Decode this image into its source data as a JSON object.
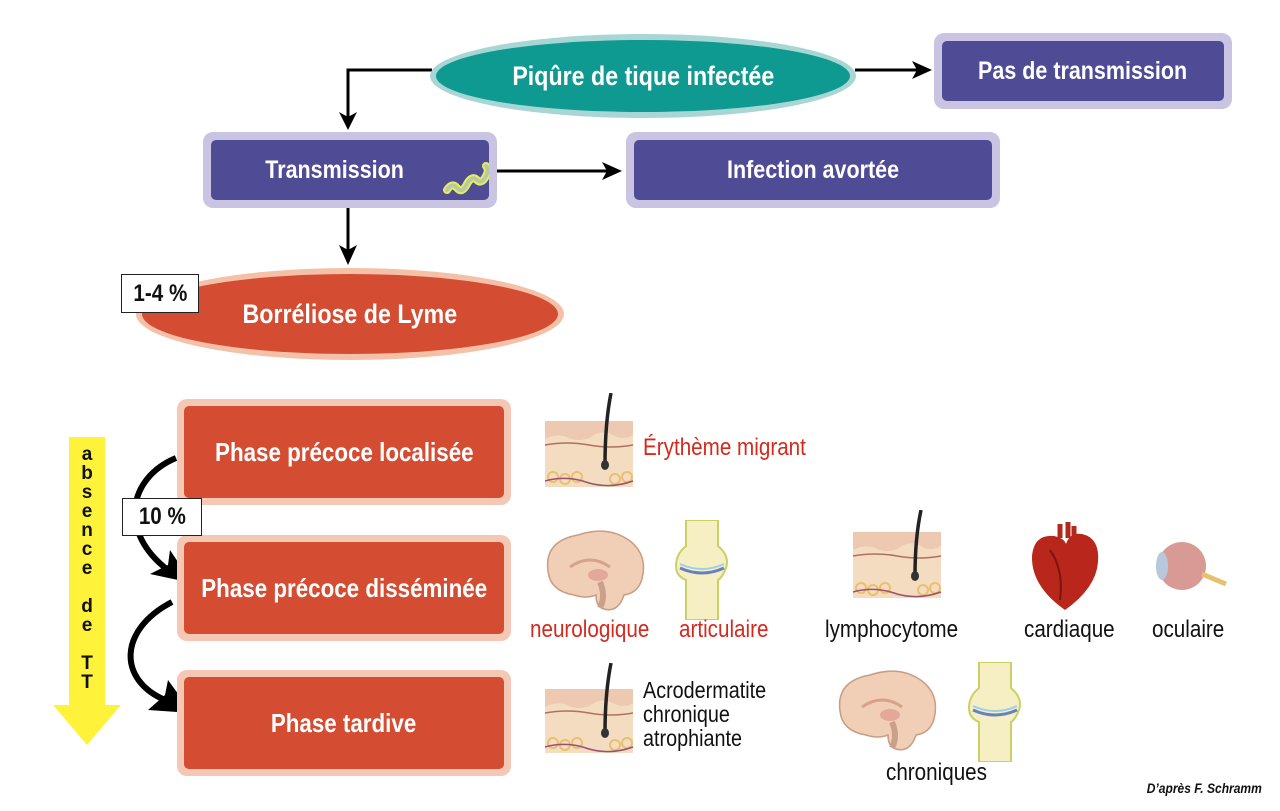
{
  "colors": {
    "teal": "#0e9a91",
    "teal_border": "#a8d6d4",
    "purple": "#4f4b95",
    "purple_border": "#c8c4e2",
    "red": "#d44d33",
    "red_border": "#f4c8b4",
    "red_text": "#d42a1e",
    "yellow": "#fff23a"
  },
  "nodes": {
    "piqure": "Piqûre de tique infectée",
    "pas_transmission": "Pas de transmission",
    "transmission": "Transmission",
    "infection_avortee": "Infection avortée",
    "borreliose": "Borréliose de Lyme",
    "phase1": "Phase précoce localisée",
    "phase2": "Phase précoce disséminée",
    "phase3": "Phase tardive"
  },
  "percentages": {
    "lyme": "1-4 %",
    "dissemination": "10 %"
  },
  "side_arrow": {
    "letters": [
      "a",
      "b",
      "s",
      "e",
      "n",
      "c",
      "e",
      "",
      "d",
      "e",
      "",
      "T",
      "T"
    ],
    "text": "absence de TT"
  },
  "manifestations": {
    "phase1": [
      {
        "label": "Érythème migrant",
        "icon": "skin-icon",
        "color": "red"
      }
    ],
    "phase2": [
      {
        "label": "neurologique",
        "icon": "brain-icon",
        "color": "red"
      },
      {
        "label": "articulaire",
        "icon": "joint-icon",
        "color": "red"
      },
      {
        "label": "lymphocytome",
        "icon": "skin-icon",
        "color": "black"
      },
      {
        "label": "cardiaque",
        "icon": "heart-icon",
        "color": "black"
      },
      {
        "label": "oculaire",
        "icon": "eye-icon",
        "color": "black"
      }
    ],
    "phase3": [
      {
        "label": "Acrodermatite chronique atrophiante",
        "lines": [
          "Acrodermatite",
          "chronique",
          "atrophiante"
        ],
        "icon": "skin-icon",
        "color": "black"
      },
      {
        "label": "chroniques",
        "icons": [
          "brain-icon",
          "joint-icon"
        ],
        "color": "black"
      }
    ]
  },
  "credit": "D’après F. Schramm"
}
